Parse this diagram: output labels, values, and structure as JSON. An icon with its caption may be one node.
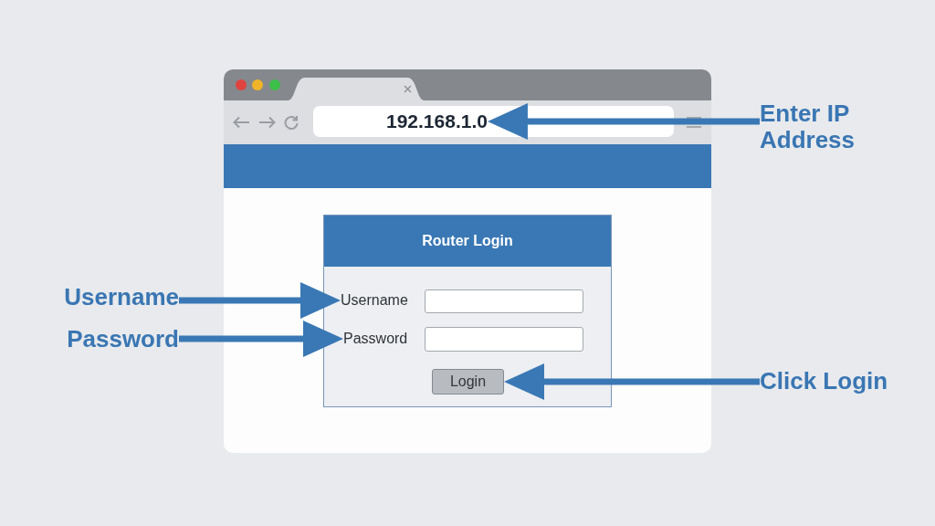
{
  "diagram": {
    "nodes": [
      {
        "text": [
          "192.168.1.0"
        ]
      },
      {
        "text": [
          "Enter IP Address"
        ]
      },
      {
        "text": [
          "Router Login"
        ]
      },
      {
        "text": [
          "Username"
        ]
      },
      {
        "text": [
          "Username"
        ],
        "in": 2
      },
      {
        "text": [],
        "shape": "box",
        "in": 2
      },
      {
        "text": [
          "Password"
        ]
      },
      {
        "text": [
          "Password"
        ],
        "in": 2
      },
      {
        "text": [],
        "shape": "box",
        "in": 2
      },
      {
        "text": [
          "Login"
        ],
        "in": 2
      },
      {
        "text": [
          "Click Login"
        ]
      }
    ],
    "edges": [
      {
        "from": 1,
        "to": 0,
        "arrow": "to"
      },
      {
        "from": 3,
        "to": 4,
        "arrow": "to"
      },
      {
        "from": 6,
        "to": 7,
        "arrow": "to"
      },
      {
        "from": 10,
        "to": 9,
        "arrow": "to"
      }
    ]
  }
}
